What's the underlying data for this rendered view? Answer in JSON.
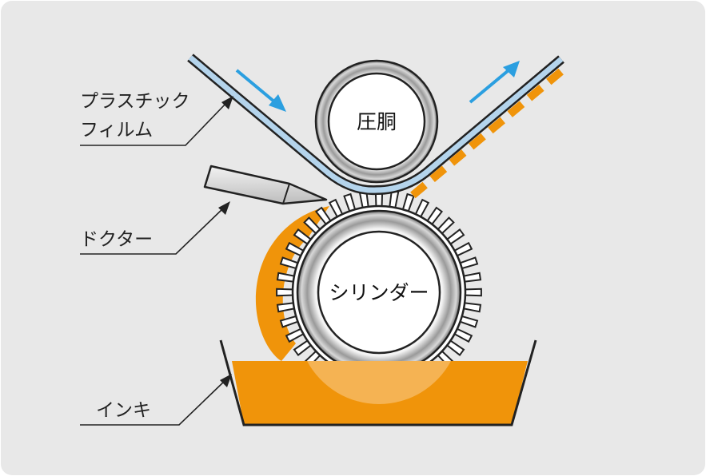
{
  "labels": {
    "film_line1": "プラスチック",
    "film_line2": "フィルム",
    "doctor": "ドクター",
    "ink": "インキ",
    "impression_roll": "圧胴",
    "cylinder": "シリンダー"
  },
  "colors": {
    "background": "#e8e8e8",
    "ink_orange": "#f0940a",
    "film_blue": "#b4d4ec",
    "arrow_blue": "#2b9fe0",
    "outline": "#222222"
  }
}
